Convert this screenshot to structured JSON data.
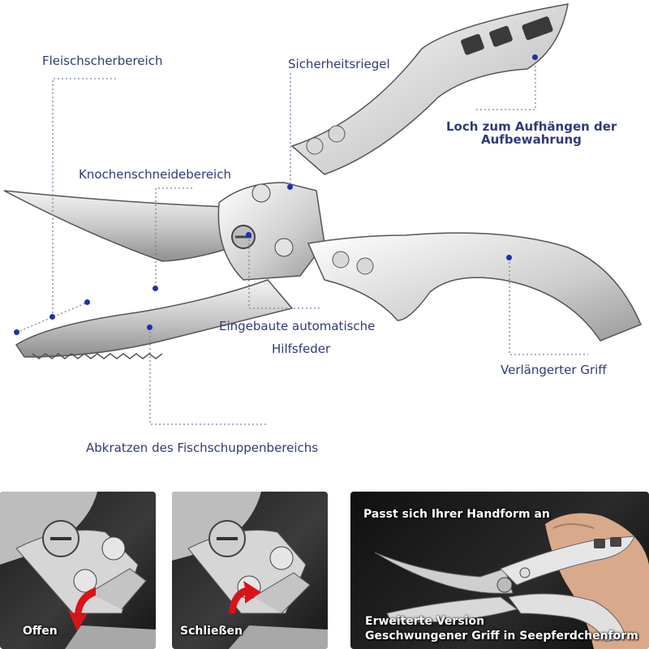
{
  "labels": {
    "fleisch": "Fleischscherbereich",
    "sicherheit": "Sicherheitsriegel",
    "loch_line1": "Loch zum Aufhängen der",
    "loch_line2": "Aufbewahrung",
    "knochen": "Knochenschneidebereich",
    "feder_line1": "Eingebaute automatische",
    "feder_line2": "Hilfsfeder",
    "griff": "Verlängerter Griff",
    "fisch": "Abkratzen des Fischschuppenbereichs"
  },
  "panels": {
    "open_label": "Offen",
    "close_label": "Schließen",
    "hand_title": "Passt sich Ihrer Handform an",
    "version_line1": "Erweiterte Version",
    "version_line2": "Geschwungener Griff in Seepferdchenform"
  },
  "colors": {
    "label": "#2f3a7a",
    "dot": "#1f2fb0",
    "arrow": "#d8141a"
  }
}
